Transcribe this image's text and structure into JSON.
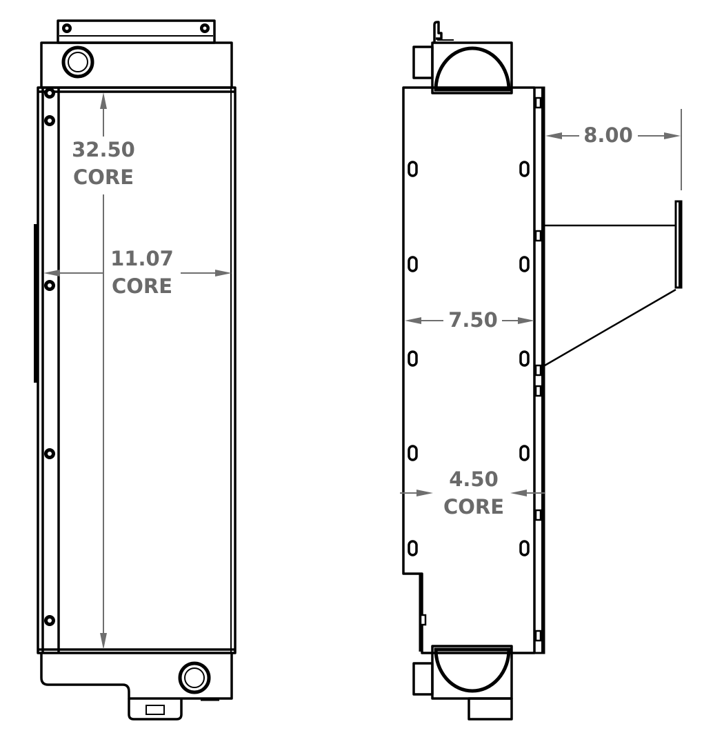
{
  "drawing": {
    "line_color": "#000000",
    "dimension_color": "#6a6a6a",
    "front_view": {
      "core_height": {
        "value": "32.50",
        "label": "CORE"
      },
      "core_width": {
        "value": "11.07",
        "label": "CORE"
      }
    },
    "side_view": {
      "bracket_offset": {
        "value": "8.00"
      },
      "overall_depth": {
        "value": "7.50"
      },
      "core_depth": {
        "value": "4.50",
        "label": "CORE"
      }
    }
  }
}
